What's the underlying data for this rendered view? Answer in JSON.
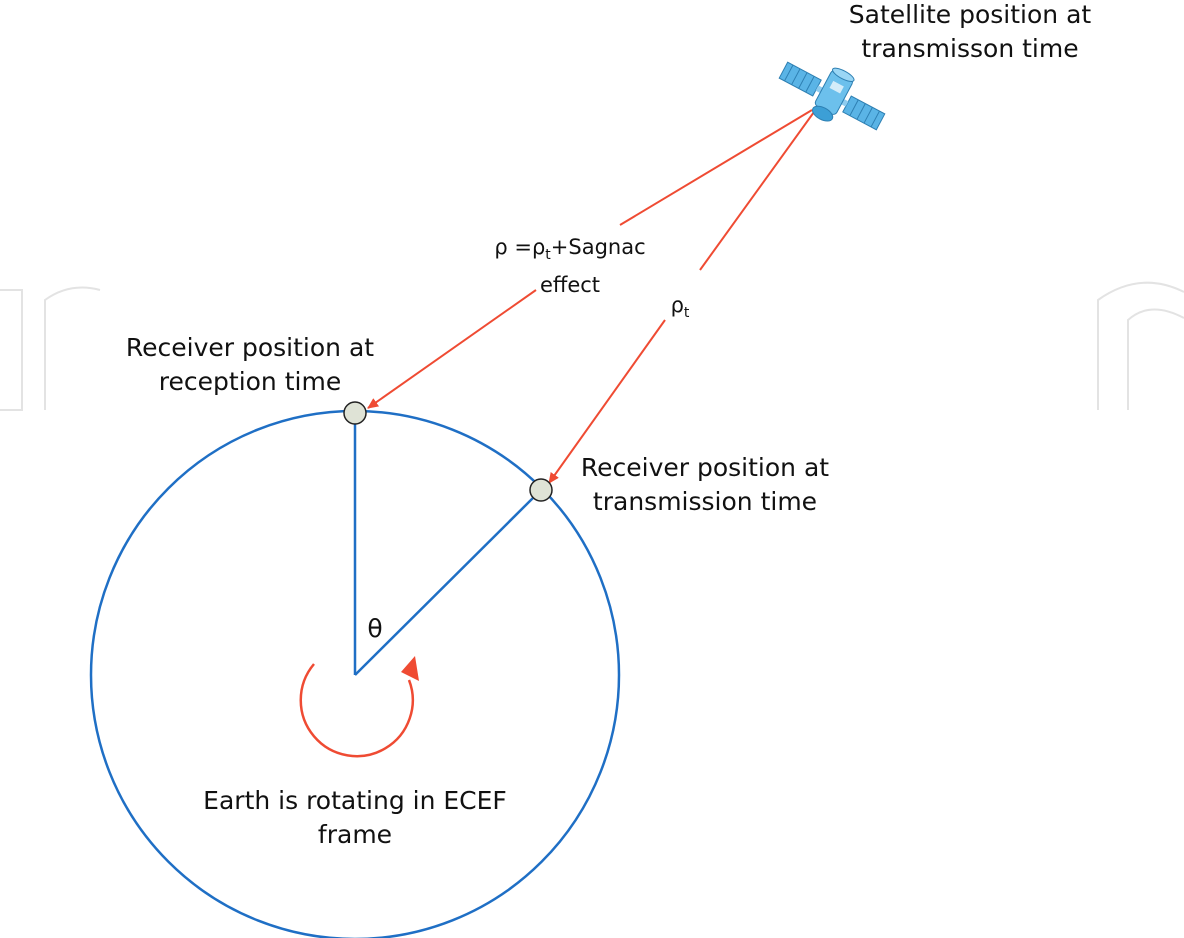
{
  "labels": {
    "satellite_line1": "Satellite position at",
    "satellite_line2": "transmisson time",
    "rho_line1_prefix": "ρ =ρ",
    "rho_line1_sub": "t",
    "rho_line1_suffix": "+Sagnac",
    "rho_line2": "effect",
    "rho_t_main": "ρ",
    "rho_t_sub": "t",
    "receiver_reception_line1": "Receiver position  at",
    "receiver_reception_line2": "reception time",
    "receiver_transmission_line1": "Receiver position at",
    "receiver_transmission_line2": "transmission time",
    "theta": "θ",
    "earth_line1": "Earth is rotating in ECEF",
    "earth_line2": "frame"
  },
  "colors": {
    "earth_circle": "#1f6fc5",
    "signal_line": "#ef4b33",
    "rotation_arrow": "#ef4b33",
    "receiver_dot_fill": "#dfe3d6",
    "receiver_dot_stroke": "#222222",
    "satellite_body": "#5ab4e6",
    "watermark": "#e6e6e6"
  },
  "icons": {
    "satellite": "satellite-icon",
    "rotation": "rotation-arrow-icon"
  }
}
